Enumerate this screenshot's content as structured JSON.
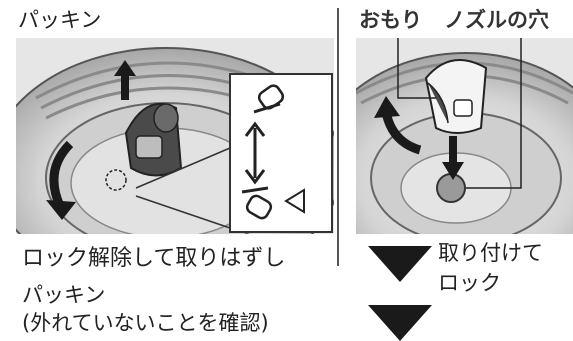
{
  "labels": {
    "packing_top": "パッキン",
    "weight": "おもり",
    "nozzle_hole": "ノズルの穴",
    "unlock_remove": "ロック解除して取りはずし",
    "attach_line1": "取り付けて",
    "attach_line2": "ロック",
    "packing_bottom_line1": "パッキン",
    "packing_bottom_line2": "(外れていないことを確認)"
  },
  "colors": {
    "photo_bg": "#d8d8d8",
    "photo_dark": "#3a3a3a",
    "arrow": "#1a1a1a"
  },
  "icons": [
    "up-arrow-icon",
    "curved-arrow-icon",
    "double-arrow-icon",
    "triangle-marker-icon",
    "down-arrow-icon"
  ]
}
